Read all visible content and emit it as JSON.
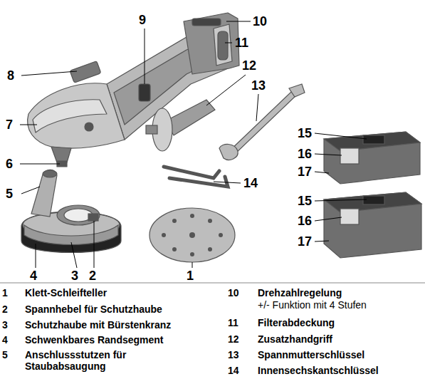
{
  "diagram": {
    "labels": [
      "9",
      "10",
      "11",
      "8",
      "12",
      "13",
      "7",
      "15",
      "16",
      "6",
      "17",
      "14",
      "5",
      "15",
      "16",
      "17",
      "4",
      "3",
      "2",
      "1",
      "1",
      "Klett-Schleifteller",
      "10",
      "Drehzahlregelung",
      "+/- Funktion mit 4 Stufen",
      "2",
      "Spannhebel für Schutzhaube",
      "11",
      "Filterabdeckung",
      "3",
      "Schutzhaube mit Bürstenkranz",
      "12",
      "Zusatzhandgriff",
      "4",
      "Schwenkbares Randsegment",
      "13",
      "Spannmutterschlüssel",
      "5",
      "Anschlussstutzen für Staubabsaugung",
      "14",
      "Innensechskantschlüssel"
    ]
  }
}
